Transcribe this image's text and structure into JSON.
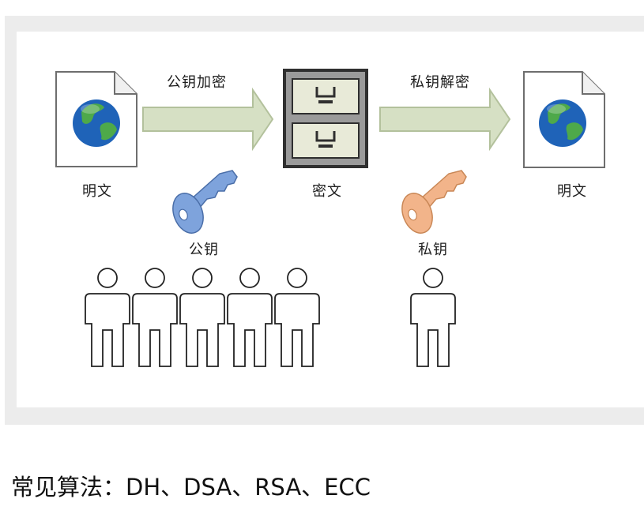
{
  "diagram": {
    "plaintext_left_label": "明文",
    "encrypt_label": "公钥加密",
    "ciphertext_label": "密文",
    "decrypt_label": "私钥解密",
    "plaintext_right_label": "明文",
    "public_key_label": "公钥",
    "private_key_label": "私钥",
    "colors": {
      "arrow_fill": "#d6e0c4",
      "arrow_stroke": "#b3c19c",
      "public_key": "#7ea3dc",
      "private_key": "#f2b48a",
      "globe_ocean": "#1f63b8",
      "globe_land": "#4ea94a"
    }
  },
  "caption": "常见算法：DH、DSA、RSA、ECC"
}
